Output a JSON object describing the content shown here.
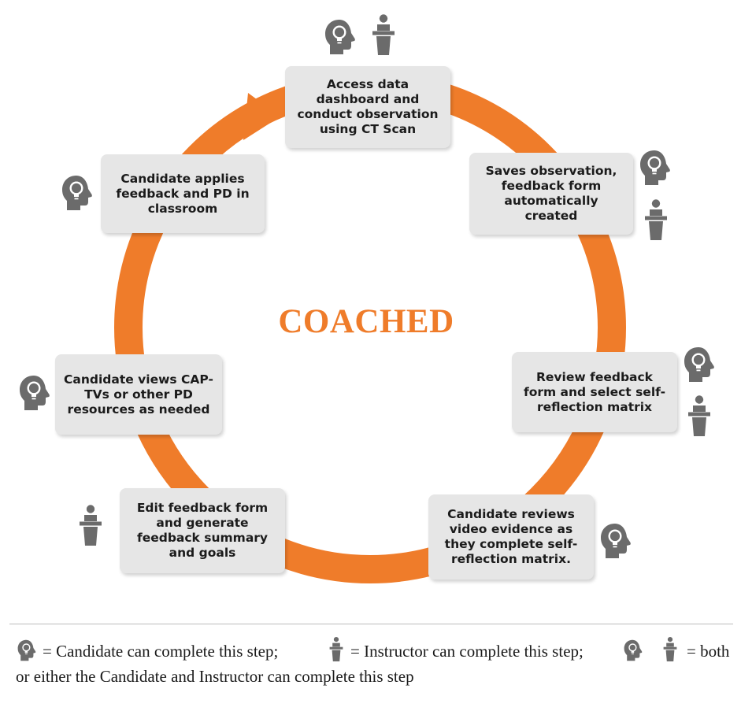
{
  "diagram": {
    "center_title": "COACHED",
    "accent_color": "#ef7c2a",
    "icon_color": "#6b6b6b",
    "steps": [
      {
        "text": "Access data dashboard and conduct observation using CT Scan",
        "icons": [
          "candidate-icon",
          "instructor-icon"
        ]
      },
      {
        "text": "Saves observation, feedback form automatically created",
        "icons": [
          "candidate-icon",
          "instructor-icon"
        ]
      },
      {
        "text": "Review feedback form and select self-reflection matrix",
        "icons": [
          "candidate-icon",
          "instructor-icon"
        ]
      },
      {
        "text": "Candidate reviews video evidence as they complete self-reflection matrix.",
        "icons": [
          "candidate-icon"
        ]
      },
      {
        "text": "Edit  feedback form and  generate feedback summary and goals",
        "icons": [
          "instructor-icon"
        ]
      },
      {
        "text": "Candidate views CAP-TVs or other PD resources as needed",
        "icons": [
          "candidate-icon"
        ]
      },
      {
        "text": "Candidate applies feedback and PD in classroom",
        "icons": [
          "candidate-icon"
        ]
      }
    ]
  },
  "legend": {
    "candidate_text": "= Candidate can complete this step;",
    "instructor_text": "= Instructor can complete this step;",
    "both_text_1": "= both",
    "both_text_2": "or either the Candidate and Instructor can complete this step"
  }
}
